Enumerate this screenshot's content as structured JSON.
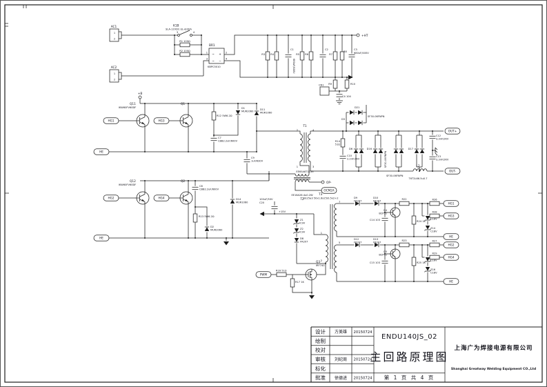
{
  "title_block": {
    "rows": [
      {
        "label": "设计",
        "name": "方美雄",
        "date": "20150724"
      },
      {
        "label": "绘制",
        "name": "",
        "date": ""
      },
      {
        "label": "校对",
        "name": "",
        "date": ""
      },
      {
        "label": "审核",
        "name": "刘纪周",
        "date": "20150724"
      },
      {
        "label": "标化",
        "name": "",
        "date": ""
      },
      {
        "label": "批准",
        "name": "徐德进",
        "date": "20150724"
      }
    ],
    "doc_code": "ENDU140JS_02",
    "doc_title": "主回路原理图",
    "page_info": "第 1 页 共 4 页",
    "company_cn": "上海广为焊接电源有限公司",
    "company_en": "Shanghai Greatway Welding Equipment CO.,Ltd"
  },
  "labels": {
    "ac1": "AC1",
    "ac2": "AC2",
    "k1b_name": "K1B",
    "k1b_part": "SLA-12VDC-SL-A/30A",
    "r1": "R1 100Ω",
    "r2": "R2 100Ω",
    "br1_name": "BR1",
    "br1_part": "KBPC5010",
    "sym_tilde": "~",
    "sym_plus": "+",
    "sym_minus": "−",
    "r3": "R3",
    "r4": "R4",
    "r5": "R5",
    "r6": "R6",
    "r7": "R7",
    "r8": "R8",
    "c1": "C1",
    "c2": "C2",
    "c3": "C3",
    "cap_val": "680uF/400V",
    "ht": "+HT",
    "r9": "R9",
    "r10": "R10",
    "c4": "C4 104",
    "cn1": "CN1",
    "d21": "D21",
    "d3": "D3",
    "clamp_part": "SF30-06FNPN",
    "plus_b": "+B",
    "q11": "Q11",
    "q1": "Q1",
    "q12": "Q12",
    "q2": "Q2",
    "igbt_part": "IKW60FV60DF",
    "hg1": "HG1",
    "hg2": "HG2",
    "hg3": "HG3",
    "hg4": "HG4",
    "he": "HE",
    "r12": "R12 5W6.2Ω",
    "r13": "R13 5W6.2Ω",
    "d1": "D1",
    "d2": "D2",
    "mur_part": "MUR2060",
    "d11": "D11",
    "d14": "D14",
    "mur2_part": "MUR1060",
    "c7": "C7",
    "c8": "C8",
    "cbb_val": "CBB2.2uF/600V",
    "c9": "C9",
    "c9_val": "1uF/630V",
    "t1": "T1",
    "t1_part": "EE65A8T1133",
    "t2": "T2",
    "t2_part": "EE16A26.4u0.2W",
    "op": "OP-",
    "ocm": "OCM2A",
    "r14": "R14",
    "r14_val": "51Ω",
    "c10": "C10",
    "c10_val": "2.2nF/1KV",
    "d6": "D6",
    "d16": "D16",
    "d17": "D17",
    "l2": "L2",
    "l2_part": "T6T2L66.5u0.7",
    "c12": "C12",
    "c13": "C13",
    "out_cap_val": "3.3nF/2KV",
    "out_p": "OUT+",
    "out_m": "OUT-",
    "c20": "C20",
    "c20_val": "100uF/50V",
    "v15": "+15V",
    "z1": "Z1",
    "z2": "Z2",
    "z9v": "C9V",
    "d8": "D8",
    "fr_part": "FR207",
    "t3": "T3",
    "t3_part": "EE25a3 50x1.6x25/0.5x2+2",
    "pwm": "PWM",
    "r16": "R16 51Ω",
    "r17": "R17 1K",
    "q3": "Q3",
    "q3_part": "IRF740",
    "d9": "D9",
    "d10": "D10",
    "d12": "D12",
    "d13": "D13",
    "r22": "R22",
    "r23": "R23",
    "q4": "Q4",
    "q5": "Q5",
    "bcp_part": "BCP52",
    "c14": "C14 103",
    "c15": "C15 103",
    "r24": "R24 1K",
    "r25": "R25 1K",
    "z13": "Z13",
    "z14": "Z14",
    "z15": "Z15",
    "z16": "Z16",
    "z18v": "C18V",
    "r26": "R26",
    "r27": "R27",
    "r28": "R28",
    "r29": "R29",
    "n1": "1",
    "n2": "2",
    "n3": "3",
    "n4": "4",
    "n5": "5",
    "n7": "7"
  }
}
